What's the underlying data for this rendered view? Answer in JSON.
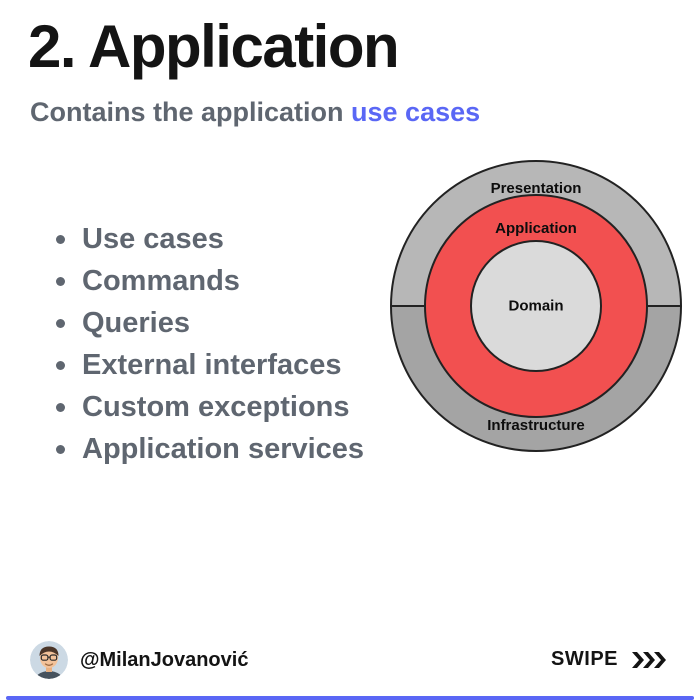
{
  "header": {
    "title": "2. Application",
    "subtitle_plain": "Contains the application ",
    "subtitle_highlight": "use cases"
  },
  "list": {
    "items": [
      "Use cases",
      "Commands",
      "Queries",
      "External interfaces",
      "Custom exceptions",
      "Application services"
    ]
  },
  "diagram": {
    "type": "onion-architecture",
    "layers": {
      "presentation": "Presentation",
      "application": "Application",
      "domain": "Domain",
      "infrastructure": "Infrastructure"
    }
  },
  "footer": {
    "handle": "@MilanJovanović",
    "swipe_label": "SWIPE"
  },
  "icons": {
    "swipe_arrows": "chevron-triple-right-icon",
    "avatar": "profile-photo"
  },
  "colors": {
    "accent": "#5a67f5",
    "text_gray": "#5f6670",
    "title_text": "#141414",
    "ring_red": "#f25050",
    "outer_top": "#b7b7b7",
    "outer_bottom": "#a4a4a4",
    "domain_fill": "#dadada",
    "outline": "#222222"
  }
}
